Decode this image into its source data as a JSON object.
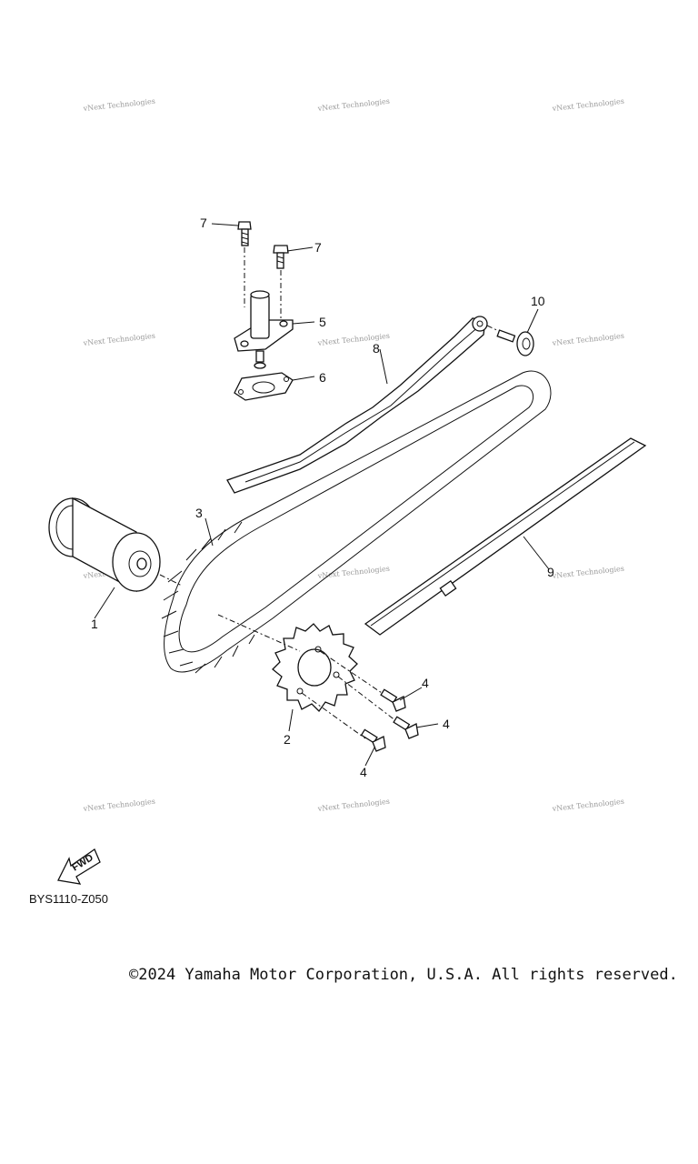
{
  "watermark_text": "vNext Technologies",
  "callouts": [
    {
      "id": "1",
      "label": "1"
    },
    {
      "id": "2",
      "label": "2"
    },
    {
      "id": "3",
      "label": "3"
    },
    {
      "id": "4a",
      "label": "4"
    },
    {
      "id": "4b",
      "label": "4"
    },
    {
      "id": "4c",
      "label": "4"
    },
    {
      "id": "5",
      "label": "5"
    },
    {
      "id": "6",
      "label": "6"
    },
    {
      "id": "7a",
      "label": "7"
    },
    {
      "id": "7b",
      "label": "7"
    },
    {
      "id": "8",
      "label": "8"
    },
    {
      "id": "9",
      "label": "9"
    },
    {
      "id": "10",
      "label": "10"
    }
  ],
  "fwd_label": "FWD",
  "drawing_code": "BYS1110-Z050",
  "copyright": "©2024 Yamaha Motor Corporation, U.S.A. All rights reserved."
}
